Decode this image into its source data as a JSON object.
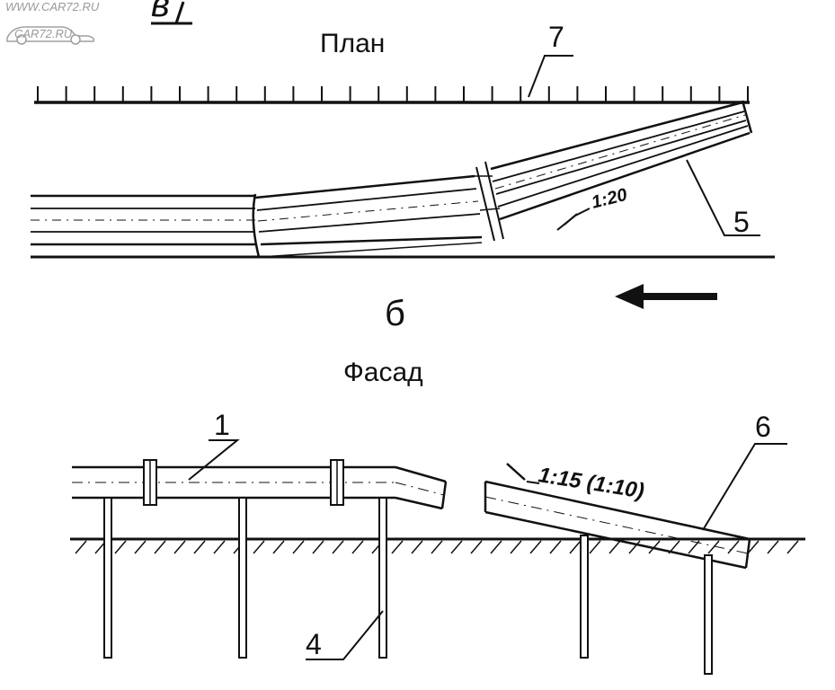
{
  "watermark": {
    "line1": "WWW.CAR72.RU",
    "line2": "CAR72.RU"
  },
  "top": {
    "figure_letter": "в",
    "title": "План",
    "label_7": "7",
    "label_5": "5",
    "slope": "1:20"
  },
  "bottom": {
    "figure_letter": "б",
    "title": "Фасад",
    "label_1": "1",
    "label_6": "6",
    "label_4": "4",
    "slope": "1:15 (1:10)"
  }
}
